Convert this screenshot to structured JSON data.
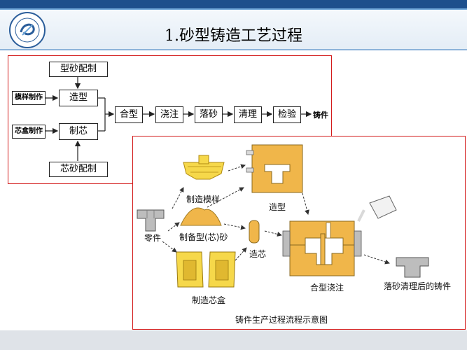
{
  "slide": {
    "title": "1.砂型铸造工艺过程"
  },
  "flow": {
    "sand_prep": "型砂配制",
    "pattern_make": "模样制作",
    "core_box_make": "芯盒制作",
    "molding": "造型",
    "core_making": "制芯",
    "core_sand_prep": "芯砂配制",
    "mold_assembly": "合型",
    "pouring": "浇注",
    "shakeout": "落砂",
    "cleaning": "清理",
    "inspection": "检验",
    "casting": "铸件"
  },
  "illustration": {
    "make_pattern": "制造模样",
    "molding": "造型",
    "part": "零件",
    "prepare_sand": "制备型(芯)砂",
    "core_making": "造芯",
    "assemble_pour": "合型浇注",
    "cleaned_casting": "落砂清理后的铸件",
    "make_core_box": "制造芯盒",
    "caption": "铸件生产过程流程示意图"
  },
  "colors": {
    "accent_red": "#d31a1a",
    "sand_orange": "#f0b64a",
    "pattern_yellow": "#f6d84a",
    "header_blue": "#1d4f8c"
  }
}
